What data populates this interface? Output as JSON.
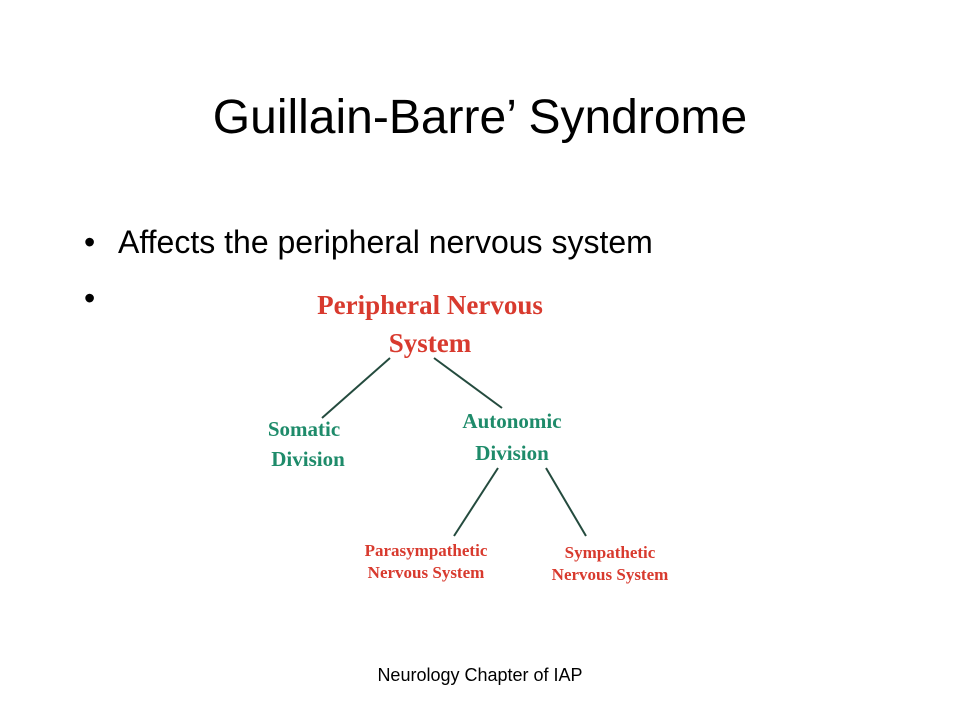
{
  "slide": {
    "title": "Guillain-Barre’ Syndrome",
    "bullets": [
      "Affects the peripheral nervous system",
      ""
    ],
    "footer": "Neurology Chapter of IAP"
  },
  "diagram": {
    "colors": {
      "root": "#d83a2e",
      "branch": "#1e8b6a",
      "leaf": "#d83a2e",
      "line": "#244b3e"
    },
    "root": {
      "line1": "Peripheral Nervous",
      "line2": "System"
    },
    "somatic": {
      "line1": "Somatic",
      "line2": "Division"
    },
    "autonomic": {
      "line1": "Autonomic",
      "line2": "Division"
    },
    "parasympathetic": {
      "line1": "Parasympathetic",
      "line2": "Nervous System"
    },
    "sympathetic": {
      "line1": "Sympathetic",
      "line2": "Nervous System"
    }
  }
}
